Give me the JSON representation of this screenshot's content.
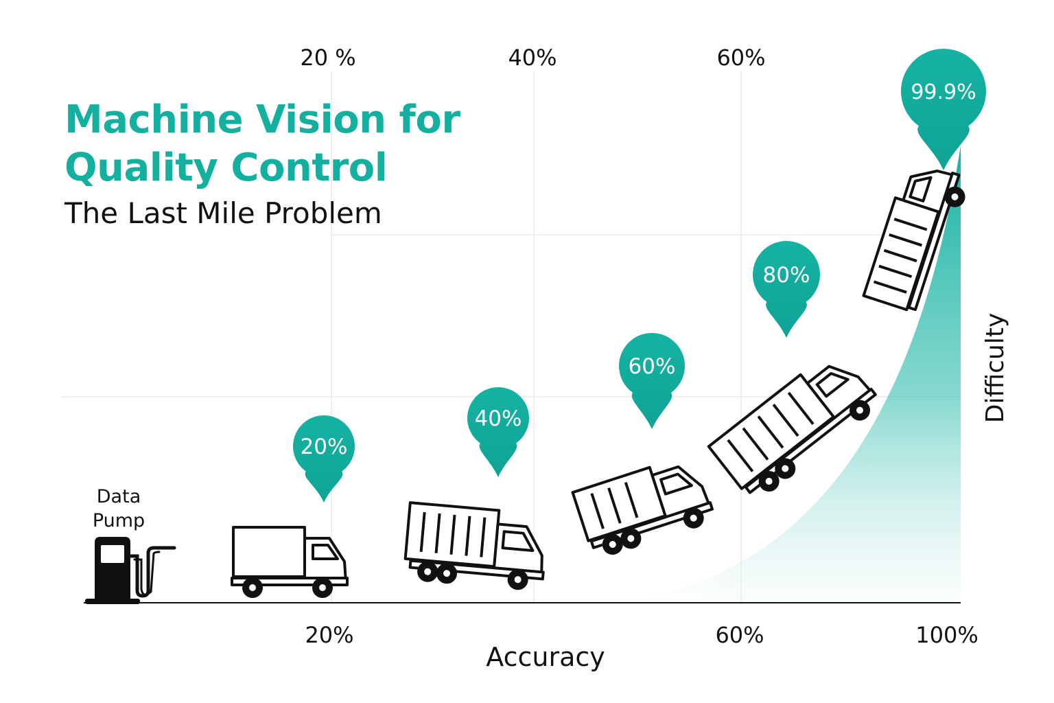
{
  "title_line1": "Machine Vision for",
  "title_line2": "Quality Control",
  "subtitle": "The Last Mile Problem",
  "pump_label_line1": "Data",
  "pump_label_line2": "Pump",
  "colors": {
    "accent": "#13b0a0",
    "marker": "#14b1a1",
    "marker_dark": "#0fa596",
    "text": "#111111",
    "grid": "#e4e4e4"
  },
  "chart_data": {
    "type": "area",
    "title": "Machine Vision for Quality Control",
    "subtitle": "The Last Mile Problem",
    "xlabel": "Accuracy",
    "ylabel": "Difficulty",
    "grid": true,
    "x_ticks_bottom": [
      "20%",
      "60%",
      "100%"
    ],
    "x_ticks_top": [
      "20 %",
      "40%",
      "60%"
    ],
    "markers": [
      {
        "label": "20%",
        "accuracy": 20
      },
      {
        "label": "40%",
        "accuracy": 40
      },
      {
        "label": "60%",
        "accuracy": 60
      },
      {
        "label": "80%",
        "accuracy": 80
      },
      {
        "label": "99.9%",
        "accuracy": 99.9
      }
    ],
    "icons": [
      "fuel-pump-icon",
      "truck-icon",
      "truck-icon",
      "truck-icon",
      "truck-icon",
      "truck-icon"
    ]
  }
}
